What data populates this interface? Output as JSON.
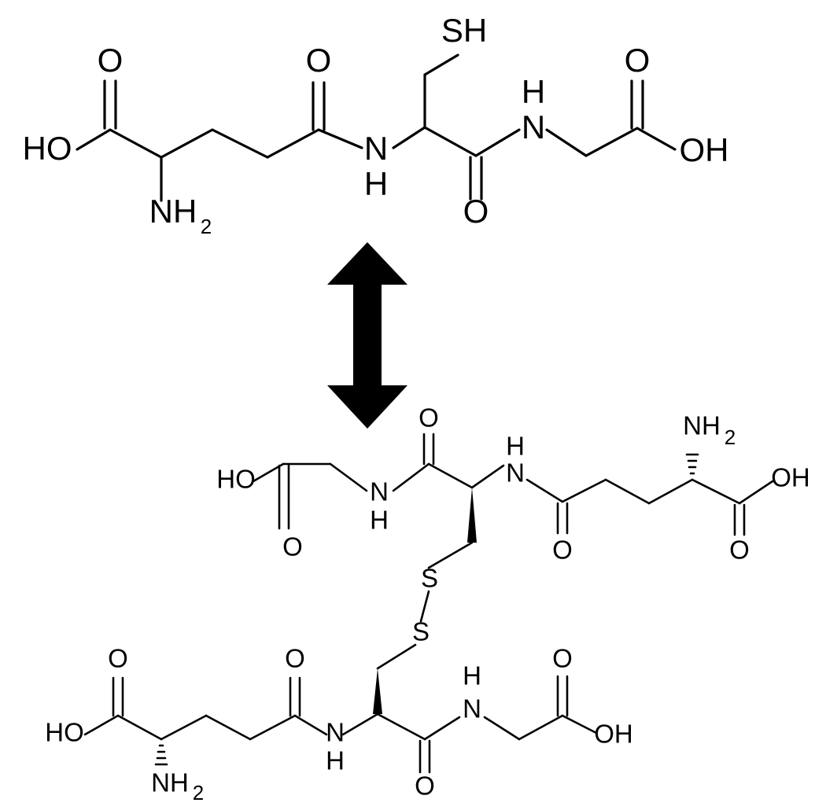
{
  "colors": {
    "ink": "#000000",
    "background": "#ffffff"
  },
  "glutathione_reduced": {
    "labels": {
      "sh": "SH",
      "oh_left": "HO",
      "o_acid_left": "O",
      "nh2": "NH",
      "nh2_sub": "2",
      "o_amide1": "O",
      "nh_amide1_n": "N",
      "nh_amide1_h": "H",
      "o_amide2": "O",
      "nh_amide2_h": "H",
      "nh_amide2_n": "N",
      "o_acid_right": "O",
      "oh_right": "OH"
    }
  },
  "equilibrium_arrow": {
    "icon": "double-headed-arrow-icon"
  },
  "glutathione_disulfide": {
    "upper": {
      "oh_left": "HO",
      "o_acid_left": "O",
      "nh_gly_n": "N",
      "nh_gly_h": "H",
      "o_amide_cys": "O",
      "nh_cys_h": "H",
      "nh_cys_n": "N",
      "o_amide_glu": "O",
      "nh2": "NH",
      "nh2_sub": "2",
      "o_acid_right": "O",
      "oh_right": "OH"
    },
    "bridge": {
      "s_upper": "S",
      "s_lower": "S"
    },
    "lower": {
      "o_acid_left": "O",
      "oh_left": "HO",
      "nh2": "NH",
      "nh2_sub": "2",
      "o_amide_glu": "O",
      "nh_glu_n": "N",
      "nh_glu_h": "H",
      "o_amide_cys": "O",
      "nh_gly_h": "H",
      "nh_gly_n": "N",
      "o_acid_right": "O",
      "oh_right": "OH"
    }
  }
}
